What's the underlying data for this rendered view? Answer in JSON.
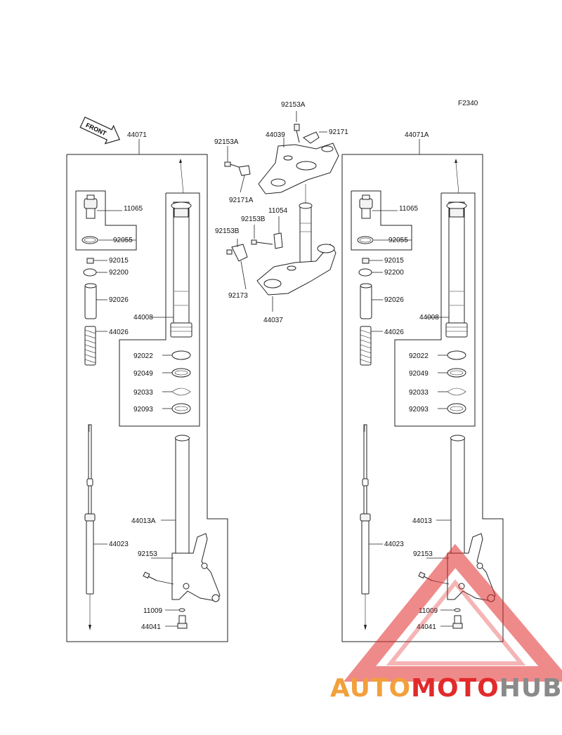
{
  "diagram": {
    "figure_code": "F2340",
    "front_label": "FRONT",
    "left_fork": {
      "assembly": "44071",
      "labels": {
        "cap": "11065",
        "oring": "92055",
        "nut": "92015",
        "washer": "92200",
        "collar": "92026",
        "spring": "44026",
        "outer_tube": "44008",
        "ring": "92022",
        "oil_seal": "92049",
        "stop_ring": "92033",
        "dust_seal": "92093",
        "inner_tube": "44013A",
        "damper_rod": "44023",
        "bolt": "92153",
        "gasket": "11009",
        "drain_bolt": "44041"
      }
    },
    "right_fork": {
      "assembly": "44071A",
      "labels": {
        "cap": "11065",
        "oring": "92055",
        "nut": "92015",
        "washer": "92200",
        "collar": "92026",
        "spring": "44026",
        "outer_tube": "44008",
        "ring": "92022",
        "oil_seal": "92049",
        "stop_ring": "92033",
        "dust_seal": "92093",
        "inner_tube": "44013",
        "damper_rod": "44023",
        "bolt": "92153",
        "gasket": "11009",
        "drain_bolt": "44041"
      }
    },
    "steering": {
      "bolt_top": "92153A",
      "bracket_top": "92171",
      "upper_clamp": "44039",
      "bolt_left": "92153A",
      "bracket_left": "92171A",
      "stem_seal": "11054",
      "bolt_b1": "92153B",
      "bolt_b2": "92153B",
      "hose_clamp": "92173",
      "lower_clamp": "44037"
    },
    "watermark": {
      "part1": "AUTO",
      "part2": "MOTO",
      "part3": "HUB",
      "color_red": "#e22a2a",
      "color_orange": "#f2a03c",
      "color_gray": "#8a8a8a"
    }
  }
}
